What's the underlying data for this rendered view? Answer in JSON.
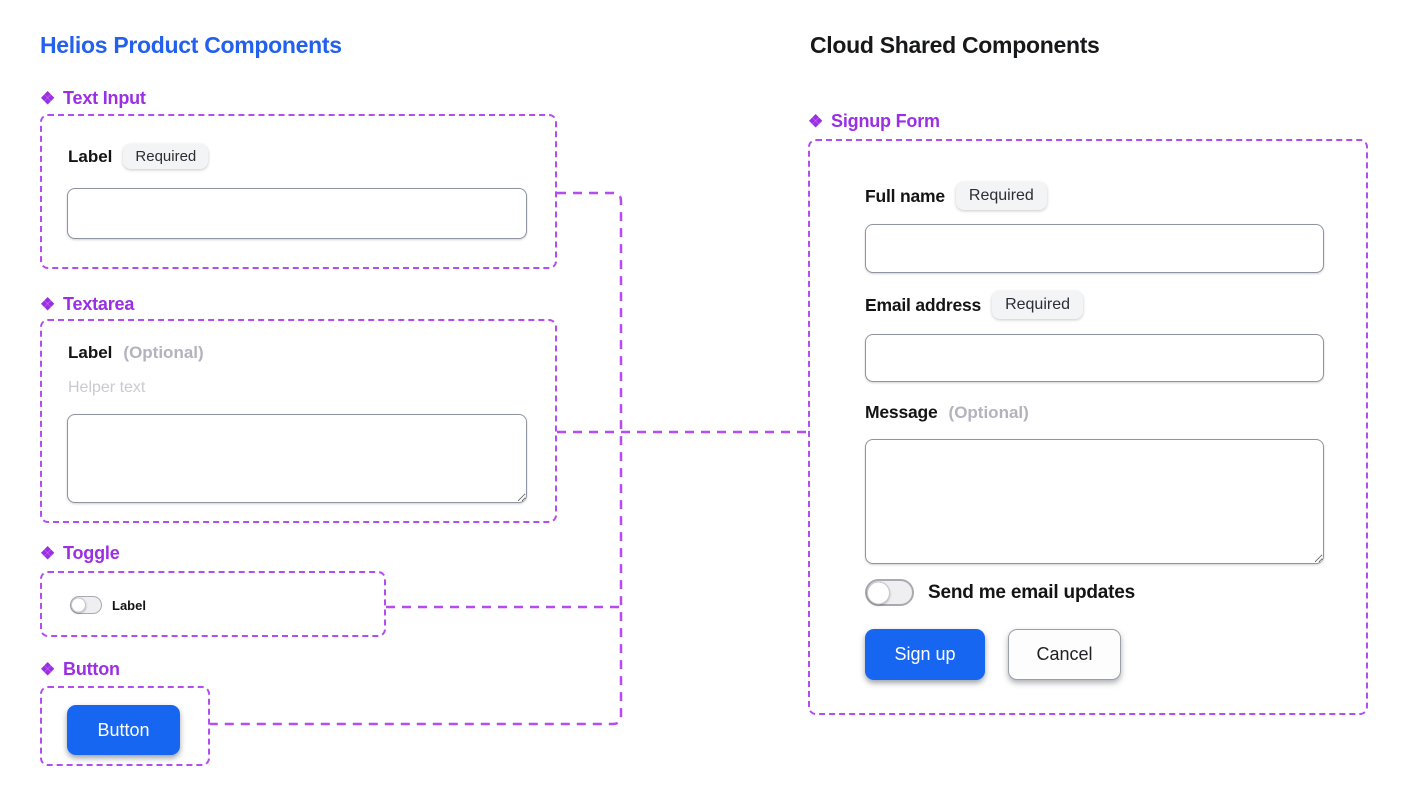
{
  "icons": {
    "component": "❖"
  },
  "colors": {
    "left_title_blue": "#2460ee",
    "section_label_purple": "#9b2fe3",
    "connector_purple": "#b44df0",
    "primary_button_blue": "#1766f2"
  },
  "left": {
    "title": "Helios Product Components",
    "text_input": {
      "section_label": "Text Input",
      "field_label": "Label",
      "badge": "Required"
    },
    "textarea": {
      "section_label": "Textarea",
      "field_label": "Label",
      "optional": "(Optional)",
      "helper_text": "Helper text"
    },
    "toggle": {
      "section_label": "Toggle",
      "toggle_label": "Label"
    },
    "button": {
      "section_label": "Button",
      "button_label": "Button"
    }
  },
  "right": {
    "title": "Cloud Shared Components",
    "signup": {
      "section_label": "Signup Form",
      "full_name": {
        "label": "Full name",
        "badge": "Required"
      },
      "email": {
        "label": "Email address",
        "badge": "Required"
      },
      "message": {
        "label": "Message",
        "optional": "(Optional)"
      },
      "updates_toggle_label": "Send me email updates",
      "signup_button_label": "Sign up",
      "cancel_button_label": "Cancel"
    }
  }
}
